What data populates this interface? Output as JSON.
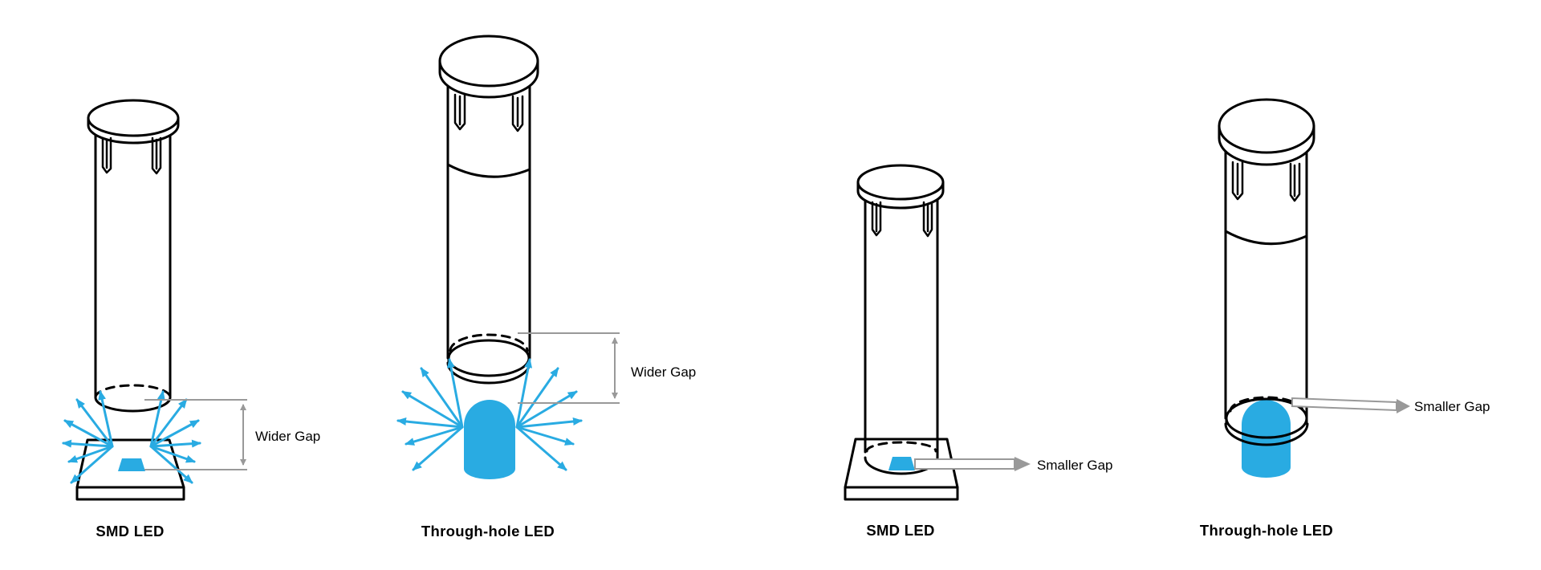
{
  "figure": {
    "description": "Light pipe to LED gap comparison diagram"
  },
  "colors": {
    "led_blue": "#29ABE2",
    "dimension_gray": "#999999",
    "outline_black": "#000000",
    "text_black": "#000000",
    "fill_white": "#ffffff"
  },
  "diagrams": [
    {
      "label": "SMD LED",
      "gap": "Wider Gap"
    },
    {
      "label": "Through-hole LED",
      "gap": "Wider Gap"
    },
    {
      "label": "SMD LED",
      "gap": "Smaller Gap"
    },
    {
      "label": "Through-hole LED",
      "gap": "Smaller Gap"
    }
  ]
}
